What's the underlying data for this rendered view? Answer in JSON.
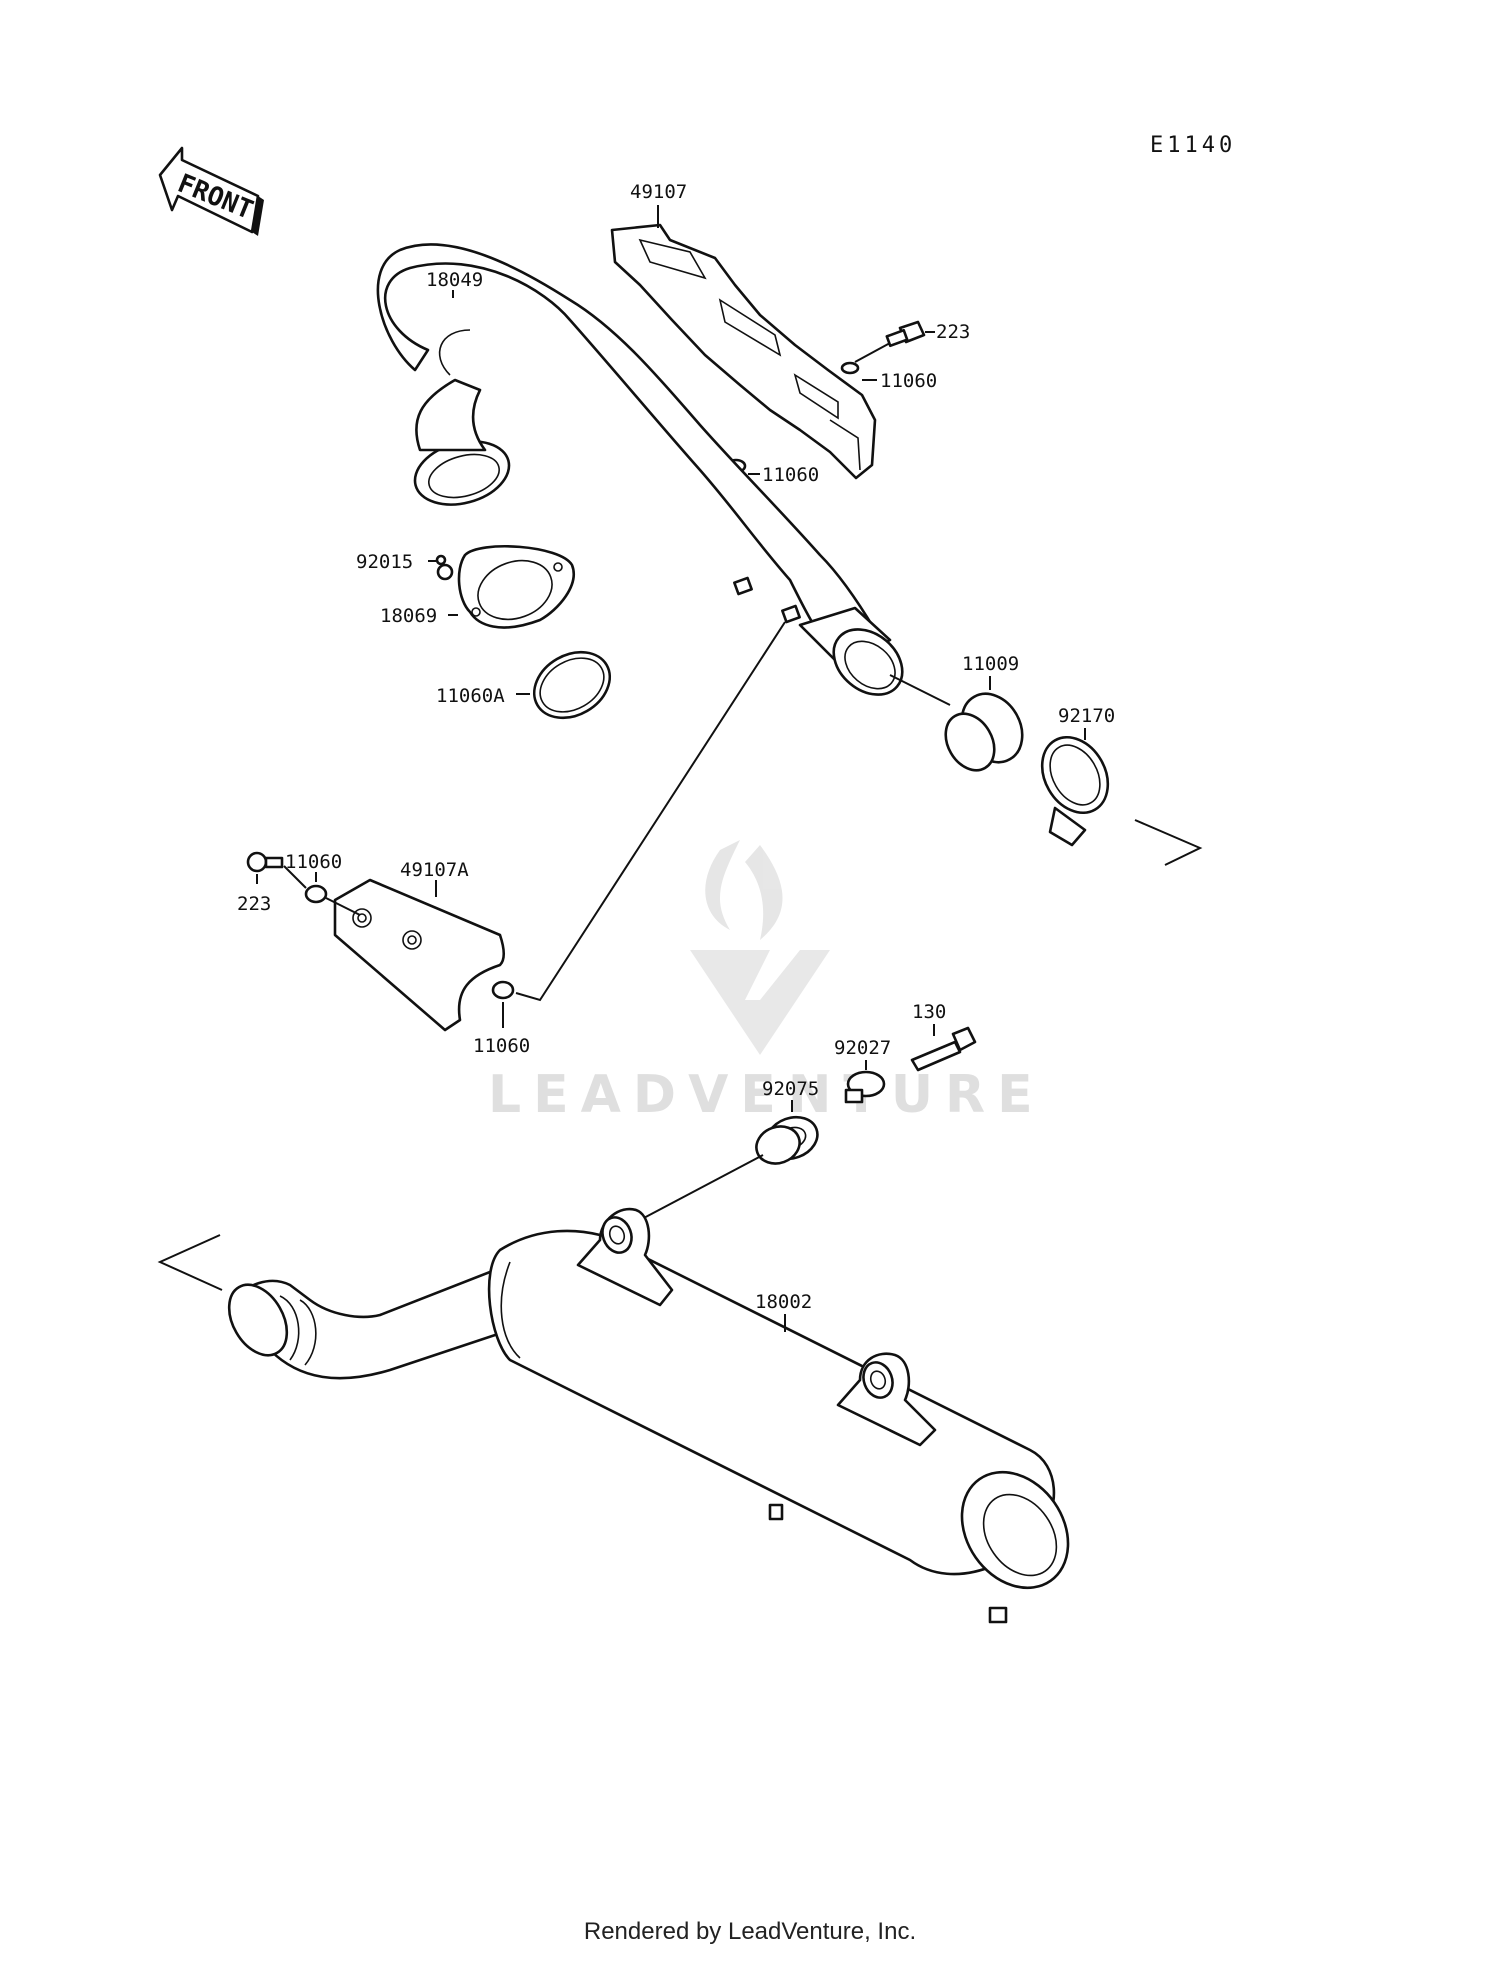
{
  "diagram_code": "E1140",
  "front_label": "FRONT",
  "watermark": "LEADVENTURE",
  "footer": "Rendered by LeadVenture, Inc.",
  "part_labels": {
    "heat_guard_upper": "49107",
    "exhaust_pipe": "18049",
    "bolt_upper": "223",
    "washer_upper_1": "11060",
    "washer_upper_2": "11060",
    "nut": "92015",
    "flange": "18069",
    "gasket_ring": "11060A",
    "gasket_sleeve": "11009",
    "clamp": "92170",
    "washer_lower_1": "11060",
    "heat_guard_lower": "49107A",
    "bolt_lower": "223",
    "washer_lower_2": "11060",
    "bolt_130": "130",
    "collar": "92027",
    "damper": "92075",
    "muffler": "18002"
  }
}
